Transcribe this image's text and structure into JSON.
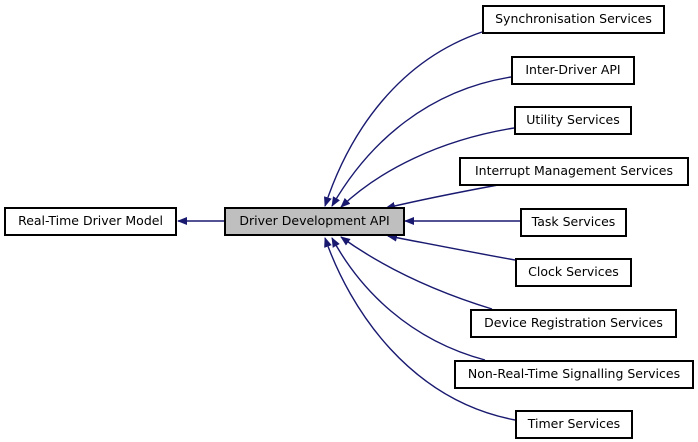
{
  "diagram": {
    "type": "doxygen-group-collaboration-graph",
    "edge_color": "#191970",
    "center_fill": "#bfbfbf",
    "parent": {
      "id": "rtdm",
      "label": "Real-Time Driver Model"
    },
    "center": {
      "id": "ddapi",
      "label": "Driver Development API"
    },
    "children": [
      {
        "id": "sync",
        "label": "Synchronisation Services"
      },
      {
        "id": "interdrv",
        "label": "Inter-Driver API"
      },
      {
        "id": "util",
        "label": "Utility Services"
      },
      {
        "id": "irq",
        "label": "Interrupt Management Services"
      },
      {
        "id": "task",
        "label": "Task Services"
      },
      {
        "id": "clock",
        "label": "Clock Services"
      },
      {
        "id": "devreg",
        "label": "Device Registration Services"
      },
      {
        "id": "nrtsig",
        "label": "Non-Real-Time Signalling Services"
      },
      {
        "id": "timer",
        "label": "Timer Services"
      }
    ],
    "edges": [
      {
        "from": "ddapi",
        "to": "rtdm"
      },
      {
        "from": "sync",
        "to": "ddapi"
      },
      {
        "from": "interdrv",
        "to": "ddapi"
      },
      {
        "from": "util",
        "to": "ddapi"
      },
      {
        "from": "irq",
        "to": "ddapi"
      },
      {
        "from": "task",
        "to": "ddapi"
      },
      {
        "from": "clock",
        "to": "ddapi"
      },
      {
        "from": "devreg",
        "to": "ddapi"
      },
      {
        "from": "nrtsig",
        "to": "ddapi"
      },
      {
        "from": "timer",
        "to": "ddapi"
      }
    ]
  }
}
